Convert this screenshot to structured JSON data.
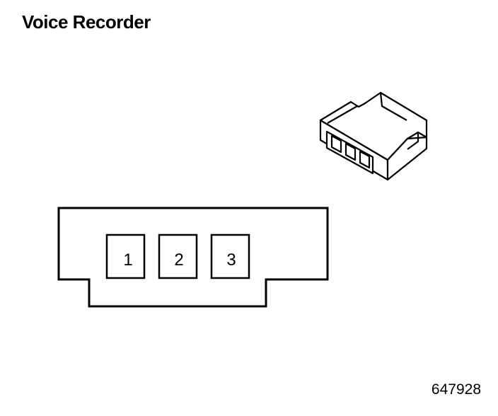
{
  "title": "Voice Recorder",
  "reference_number": "647928",
  "connector": {
    "pins": [
      {
        "label": "1"
      },
      {
        "label": "2"
      },
      {
        "label": "3"
      }
    ]
  }
}
